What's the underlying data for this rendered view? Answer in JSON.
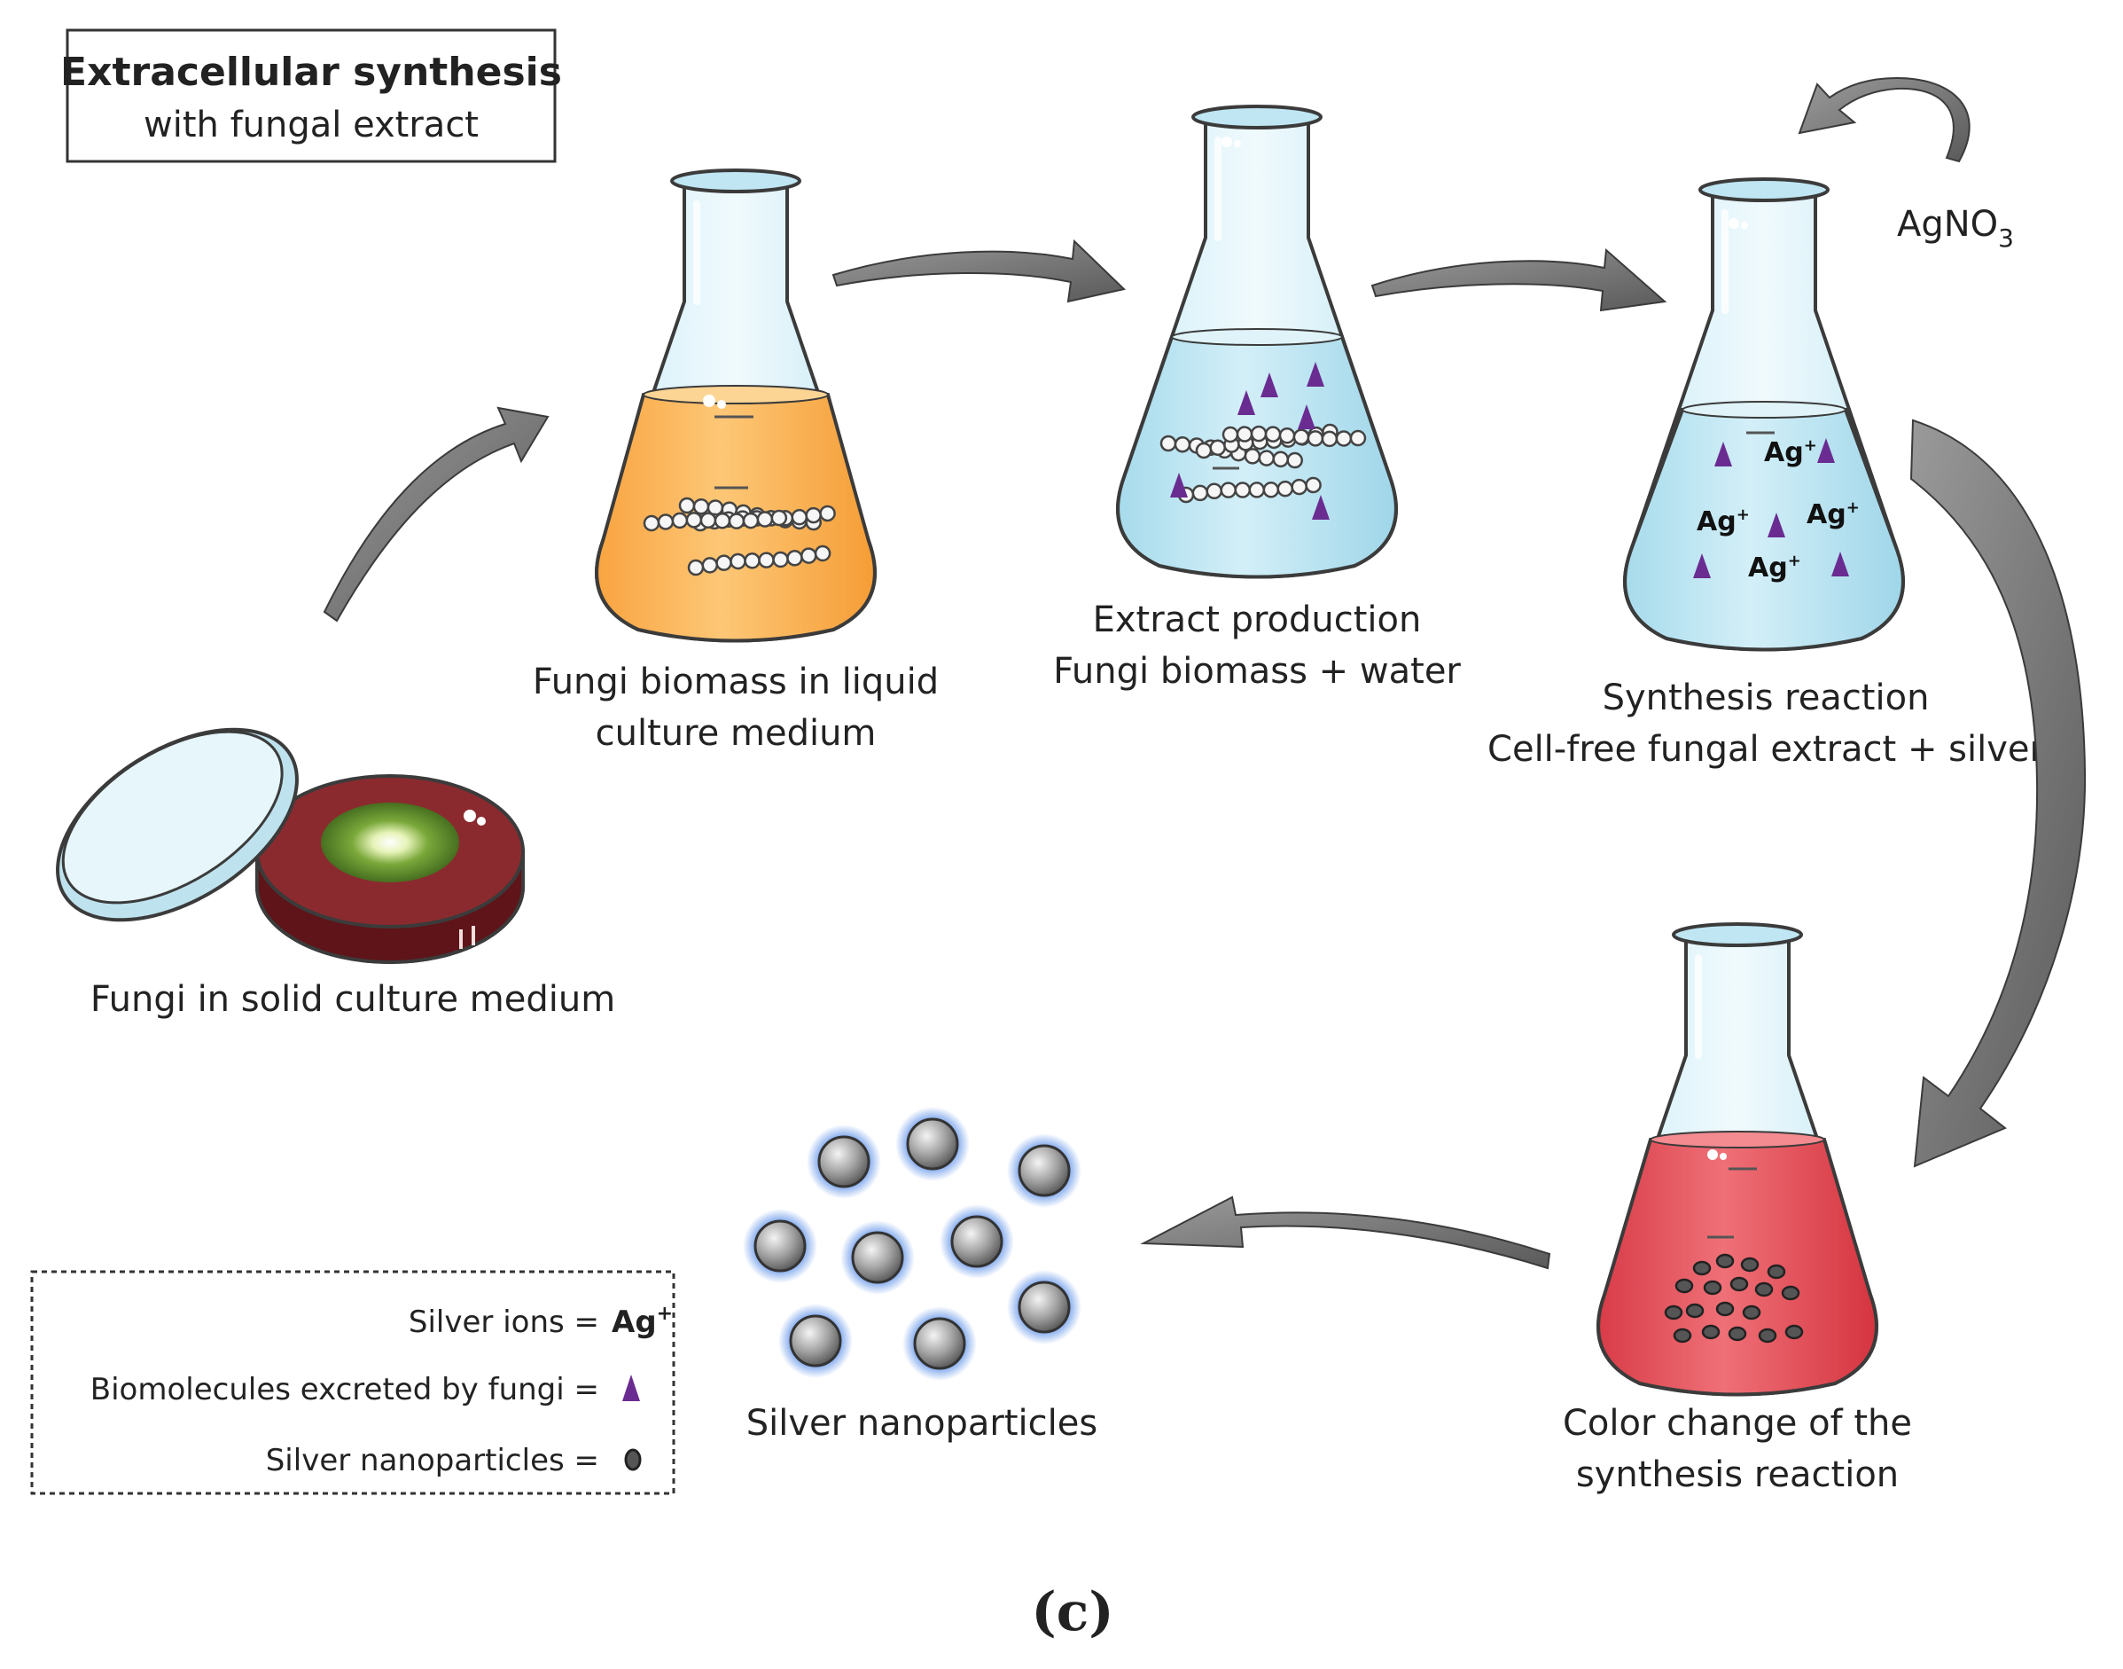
{
  "title_box": {
    "title": "Extracellular synthesis",
    "subtitle": "with fungal extract"
  },
  "steps": {
    "solid_culture": {
      "label": "Fungi in solid culture medium"
    },
    "liquid_culture": {
      "label_line1": "Fungi biomass in liquid",
      "label_line2": "culture medium"
    },
    "extract": {
      "label_line1": "Extract production",
      "label_line2": "Fungi biomass + water"
    },
    "synthesis": {
      "label_line1": "Synthesis reaction",
      "label_line2": "Cell-free fungal extract + silver"
    },
    "color_change": {
      "label_line1": "Color change of the",
      "label_line2": "synthesis reaction"
    },
    "nanoparticles": {
      "label": "Silver nanoparticles"
    }
  },
  "reagent": {
    "main": "AgNO",
    "subscript": "3"
  },
  "ions": {
    "symbol": "Ag",
    "charge": "+"
  },
  "legend": {
    "silver_ions": "Silver ions =",
    "biomolecules": "Biomolecules excreted by fungi =",
    "nanoparticles": "Silver nanoparticles ="
  },
  "panel_label": "(c)",
  "colors": {
    "orange_medium": "#fbb55c",
    "water": "#bfe6f2",
    "red_medium": "#e4535d",
    "agar": "#7a1f22",
    "fungus_green": "#5f8f2d",
    "biomolecule": "#6a2c91",
    "arrow": "#6f6f6f",
    "nanoparticle": "#8e8e8e",
    "glow": "#7aa6ee"
  },
  "icons": [
    "petri-dish-icon",
    "erlenmeyer-flask-icon",
    "mycelium-icon",
    "nanoparticle-icon",
    "curved-arrow-icon"
  ]
}
